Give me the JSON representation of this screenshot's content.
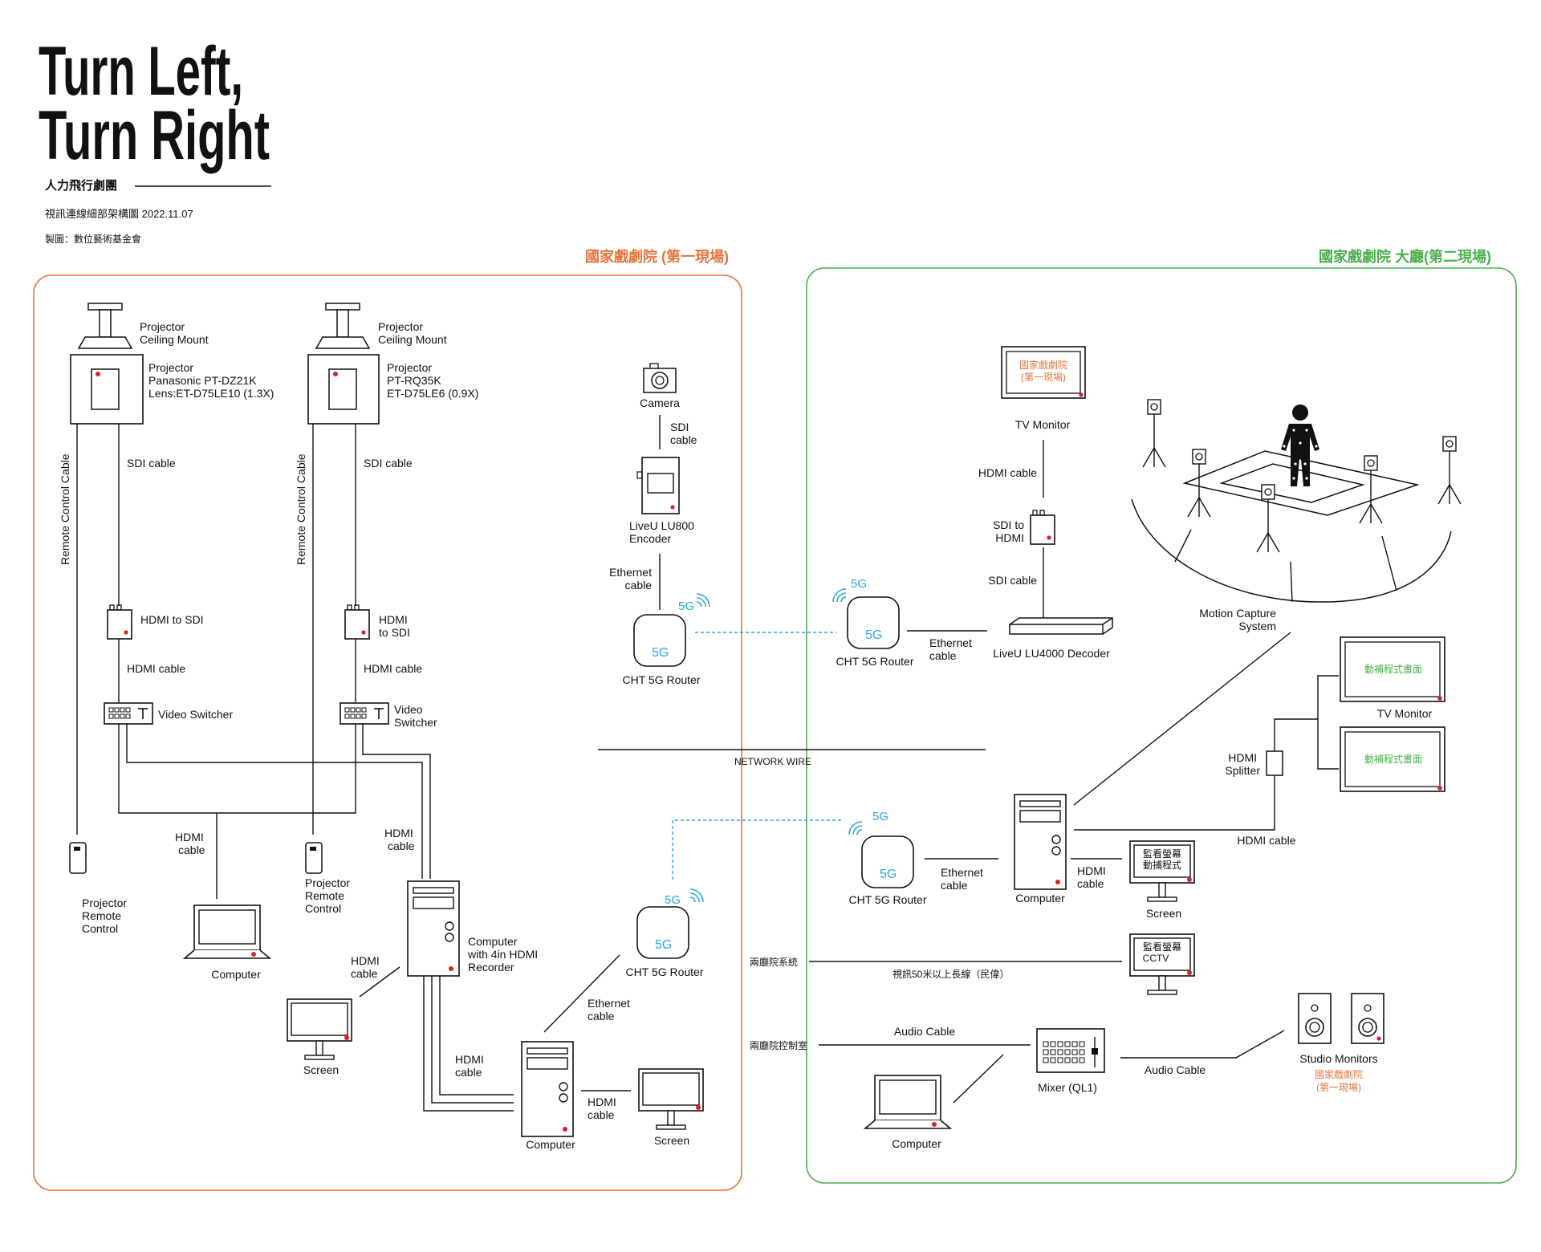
{
  "header": {
    "title_line1": "Turn Left,",
    "title_line2": "Turn Right",
    "troupe": "人力飛行劇團",
    "subtitle": "視訊連線細部架構圖 2022.11.07",
    "credit": "製圖：數位藝術基金會"
  },
  "colors": {
    "venue1": "#e8743b",
    "venue2": "#4cb04b",
    "wireless": "#2aa7df",
    "led": "#d92027",
    "stroke": "#111111"
  },
  "venue1": {
    "title": "國家戲劇院 (第一現場)",
    "projector_a": {
      "mount_label_1": "Projector",
      "mount_label_2": "Ceiling Mount",
      "label_1": "Projector",
      "label_2": "Panasonic PT-DZ21K",
      "label_3": "Lens:ET-D75LE10 (1.3X)",
      "sdi": "SDI cable",
      "remote_cable": "Remote Control Cable",
      "converter": "HDMI to SDI",
      "hdmi": "HDMI cable",
      "switcher": "Video Switcher"
    },
    "projector_b": {
      "mount_label_1": "Projector",
      "mount_label_2": "Ceiling Mount",
      "label_1": "Projector",
      "label_2": "PT-RQ35K",
      "label_3": "ET-D75LE6 (0.9X)",
      "sdi": "SDI cable",
      "remote_cable": "Remote Control Cable",
      "converter_1": "HDMI",
      "converter_2": "to SDI",
      "hdmi": "HDMI cable",
      "switcher_1": "Video",
      "switcher_2": "Switcher"
    },
    "remote_a": [
      "Projector",
      "Remote",
      "Control"
    ],
    "remote_b": [
      "Projector",
      "Remote",
      "Control"
    ],
    "hdmi_cable_a": [
      "HDMI",
      "cable"
    ],
    "hdmi_cable_b": [
      "HDMI",
      "cable"
    ],
    "laptop": "Computer",
    "recorder": [
      "Computer",
      "with 4in HDMI",
      "Recorder"
    ],
    "screen_hdmi": [
      "HDMI",
      "cable"
    ],
    "screen": "Screen",
    "camera": "Camera",
    "camera_sdi": [
      "SDI",
      "cable"
    ],
    "encoder": [
      "LiveU LU800",
      "Encoder"
    ],
    "encoder_eth": [
      "Ethernet",
      "cable"
    ],
    "router_top": "CHT 5G Router",
    "router_bottom": "CHT 5G Router",
    "router_bottom_eth": [
      "Ethernet",
      "cable"
    ],
    "computer_hdmi": [
      "HDMI",
      "cable"
    ],
    "computer_bottom": "Computer",
    "computer_bottom_hdmi": [
      "HDMI",
      "cable"
    ],
    "screen_bottom": "Screen",
    "badge_5g": "5G"
  },
  "network_wire": "NETWORK WIRE",
  "venue2": {
    "title": "國家戲劇院 大廳(第二現場)",
    "tv_monitor_top": "TV Monitor",
    "tv_monitor_top_screen": [
      "國家戲劇院",
      "(第一現場)"
    ],
    "hdmi": "HDMI cable",
    "sdi_to_hdmi": [
      "SDI to",
      "HDMI"
    ],
    "sdi": "SDI cable",
    "router_top": "CHT 5G Router",
    "router_top_eth": [
      "Ethernet",
      "cable"
    ],
    "decoder": "LiveU LU4000 Decoder",
    "motion_capture": [
      "Motion Capture",
      "System"
    ],
    "tv_monitor_right": "TV Monitor",
    "mocap_screen": "動補程式畫面",
    "hdmi_splitter": [
      "HDMI",
      "Splitter"
    ],
    "splitter_cable": "HDMI cable",
    "router_bottom": "CHT 5G Router",
    "router_bottom_eth": [
      "Ethernet",
      "cable"
    ],
    "computer": "Computer",
    "computer_hdmi": [
      "HDMI",
      "cable"
    ],
    "screen_1": [
      "監看螢幕",
      "動捕程式"
    ],
    "screen_label": "Screen",
    "screen_2": [
      "監看螢幕",
      "CCTV"
    ],
    "system_label": "兩廳院系統",
    "long_cable": "視訊50米以上長線（民偉）",
    "control_room": "兩廳院控制室",
    "audio_cable_1": "Audio Cable",
    "audio_cable_2": "Audio Cable",
    "mixer": "Mixer (QL1)",
    "laptop": "Computer",
    "studio_monitors": "Studio Monitors",
    "studio_note": [
      "國家戲劇院",
      "(第一現場)"
    ]
  }
}
